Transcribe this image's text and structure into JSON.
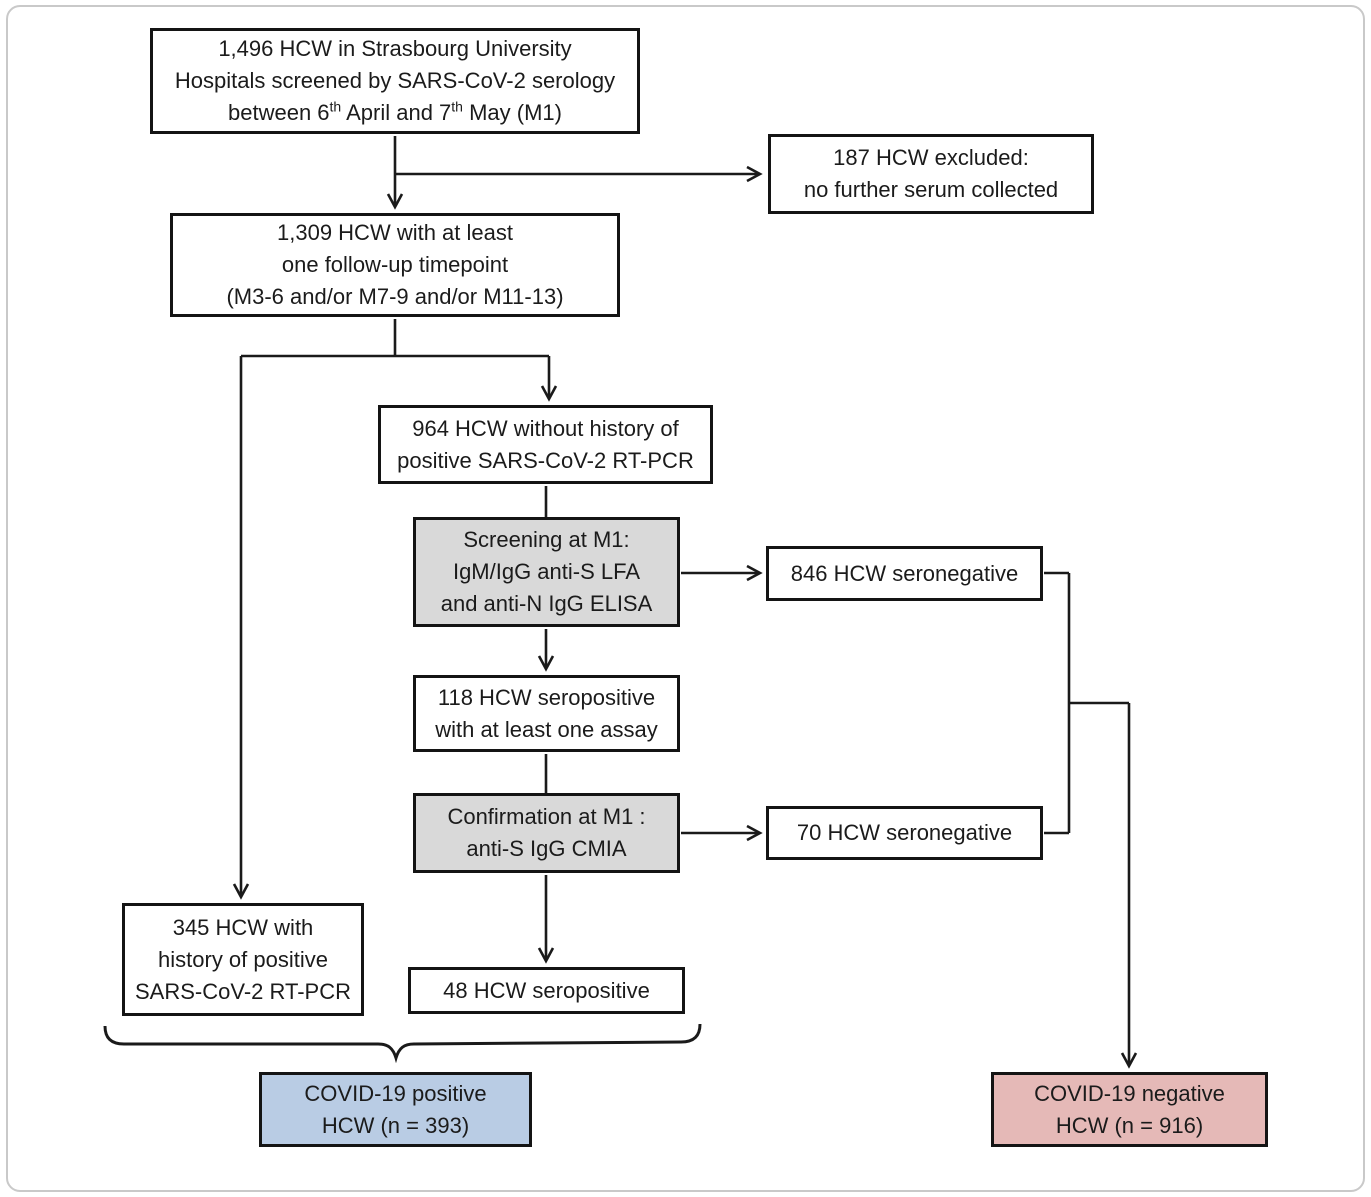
{
  "figure": {
    "type": "study-flow-diagram",
    "background": "#ffffff",
    "frame_border_color": "#c9c9c9"
  },
  "colors": {
    "box_border": "#141414",
    "line_color": "#1a1a1a",
    "gray_fill": "#d9d9d9",
    "blue_fill": "#b9cce4",
    "pink_fill": "#e5b9b7",
    "white_fill": "#ffffff"
  },
  "nodes": {
    "screened": {
      "line1": "1,496 HCW in Strasbourg University",
      "line2": "Hospitals screened by SARS-CoV-2 serology",
      "line3_parts": {
        "a": "between 6",
        "sup1": "th",
        "b": " April and 7",
        "sup2": "th",
        "c": " May (M1)"
      }
    },
    "excluded": {
      "line1": "187 HCW excluded:",
      "line2": "no further serum collected"
    },
    "followup": {
      "line1": "1,309 HCW with at least",
      "line2": "one follow-up timepoint",
      "line3": "(M3-6 and/or M7-9 and/or M11-13)"
    },
    "no_history": {
      "line1": "964 HCW without history of",
      "line2": "positive SARS-CoV-2 RT-PCR"
    },
    "screening": {
      "line1": "Screening at M1:",
      "line2": "IgM/IgG anti-S LFA",
      "line3": "and anti-N IgG ELISA"
    },
    "seroneg_846": {
      "line1": "846 HCW seronegative"
    },
    "seropos_118": {
      "line1": "118 HCW seropositive",
      "line2": "with at least one assay"
    },
    "confirmation": {
      "line1": "Confirmation at M1 :",
      "line2": "anti-S IgG CMIA"
    },
    "seroneg_70": {
      "line1": "70 HCW seronegative"
    },
    "history": {
      "line1": "345 HCW with",
      "line2": "history of positive",
      "line3": "SARS-CoV-2 RT-PCR"
    },
    "seropos_48": {
      "line1": "48 HCW seropositive"
    },
    "covid_positive": {
      "line1": "COVID-19 positive",
      "line2": "HCW (n = 393)"
    },
    "covid_negative": {
      "line1": "COVID-19 negative",
      "line2": "HCW (n = 916)"
    }
  }
}
